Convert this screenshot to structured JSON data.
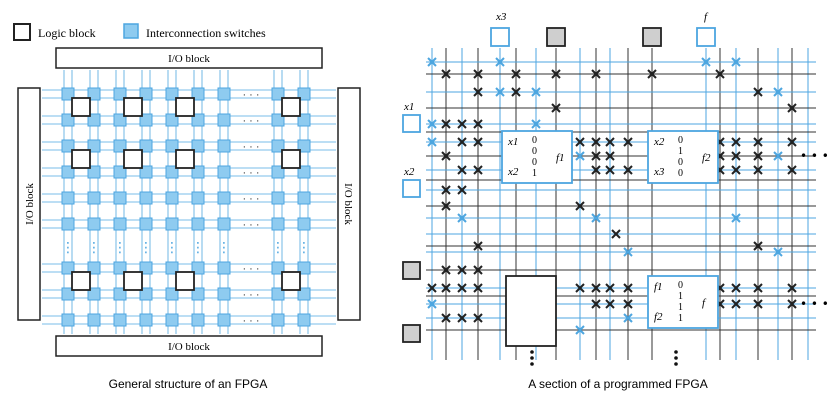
{
  "legend": {
    "logic_block": "Logic block",
    "interconnection_switches": "Interconnection switches"
  },
  "left": {
    "io_top": "I/O block",
    "io_bottom": "I/O block",
    "io_left": "I/O block",
    "io_right": "I/O block",
    "ellipsis": "· · ·",
    "vellipsis": "⋮",
    "caption": "General structure of an FPGA"
  },
  "right": {
    "caption": "A section of a programmed FPGA",
    "top_label_x3": "x3",
    "top_label_f": "f",
    "in_x1": "x1",
    "in_x2": "x2",
    "lut1": {
      "inputs": [
        "x1",
        "x2"
      ],
      "bits": [
        "0",
        "0",
        "0",
        "1"
      ],
      "output": "f1"
    },
    "lut2": {
      "inputs": [
        "x2",
        "x3"
      ],
      "bits": [
        "0",
        "1",
        "0",
        "0"
      ],
      "output": "f2"
    },
    "lut3": {
      "inputs": [
        "f1",
        "f2"
      ],
      "bits": [
        "0",
        "1",
        "1",
        "1"
      ],
      "output": "f"
    },
    "dots_h": "• • •"
  },
  "colors": {
    "blue": "#4da6e0",
    "blue_fill": "#8ecbf0",
    "dark": "#222222",
    "gray_fill": "#cfcfcf"
  }
}
